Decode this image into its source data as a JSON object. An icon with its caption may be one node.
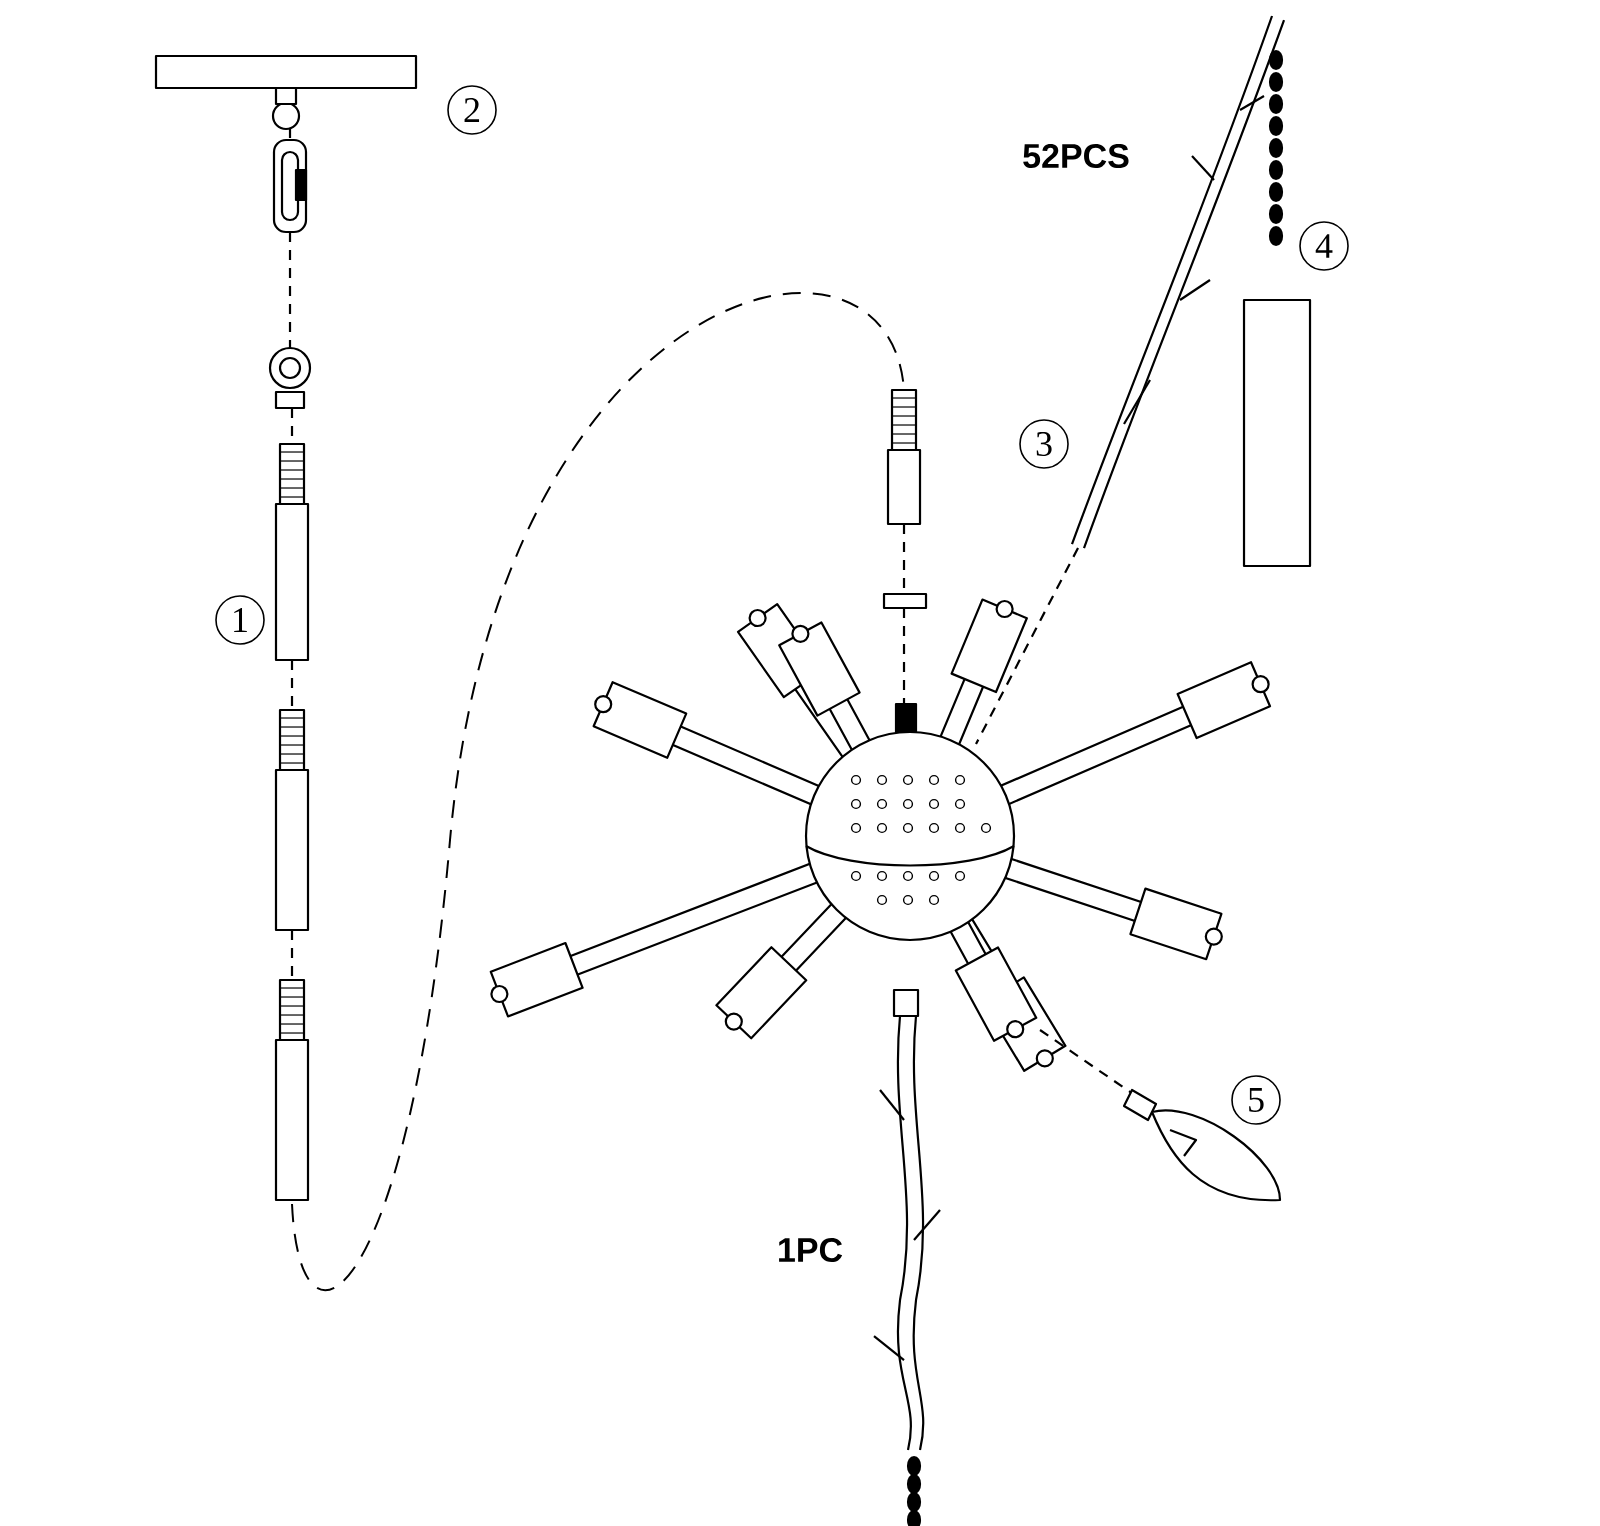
{
  "diagram": {
    "labels": [
      "2",
      "52PCS",
      "4",
      "3",
      "1",
      "5",
      "1PC"
    ]
  }
}
